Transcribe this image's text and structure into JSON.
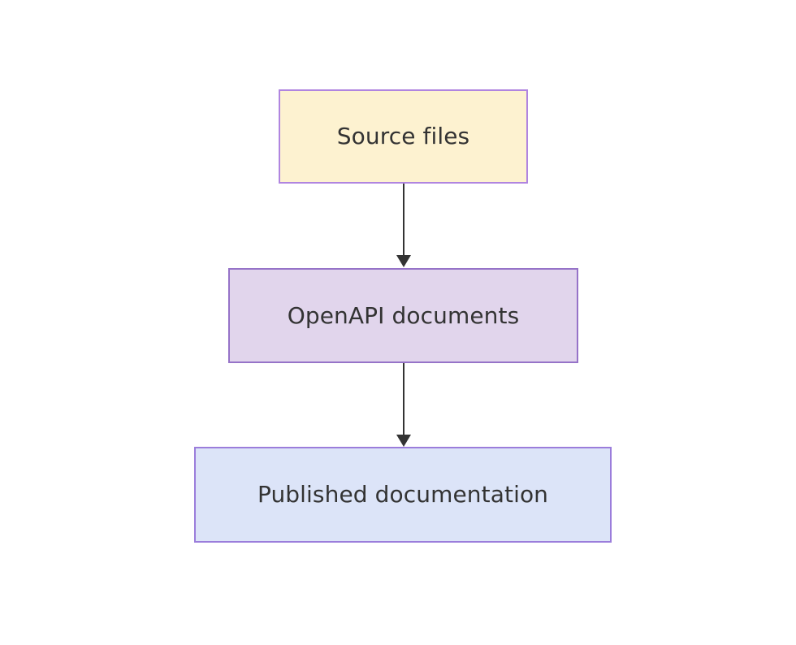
{
  "diagram": {
    "type": "flowchart",
    "direction": "top-to-bottom",
    "background_color": "#ffffff",
    "nodes": [
      {
        "id": "source-files",
        "label": "Source files",
        "fill_color": "#fdf2d0",
        "border_color": "#b085e0",
        "text_color": "#333333"
      },
      {
        "id": "openapi-documents",
        "label": "OpenAPI documents",
        "fill_color": "#e1d5ec",
        "border_color": "#9673c8",
        "text_color": "#333333"
      },
      {
        "id": "published-documentation",
        "label": "Published documentation",
        "fill_color": "#dce4f8",
        "border_color": "#9b7ddb",
        "text_color": "#333333"
      }
    ],
    "edges": [
      {
        "id": "edge-source-to-openapi",
        "from": "source-files",
        "to": "openapi-documents",
        "label": "",
        "color": "#333333",
        "arrowhead": "solid-triangle"
      },
      {
        "id": "edge-openapi-to-published",
        "from": "openapi-documents",
        "to": "published-documentation",
        "label": "",
        "color": "#333333",
        "arrowhead": "solid-triangle"
      }
    ]
  }
}
